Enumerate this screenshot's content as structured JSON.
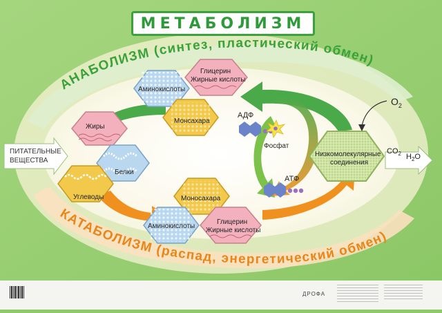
{
  "title": "МЕТАБОЛИЗМ",
  "anabolism_label": "АНАБОЛИЗМ (синтез, пластический обмен)",
  "catabolism_label": "КАТАБОЛИЗМ (распад, энергетический обмен)",
  "nutrients_label_line1": "ПИТАТЕЛЬНЫЕ",
  "nutrients_label_line2": "ВЕЩЕСТВА",
  "left_group": {
    "fats": "Жиры",
    "proteins": "Белки",
    "carbs": "Углеводы"
  },
  "top_group": {
    "amino_acids": "Аминокислоты",
    "glycerol_line1": "Глицерин",
    "glycerol_line2": "Жирные кислоты",
    "monosaccharides": "Монсахара"
  },
  "bottom_group": {
    "monosaccharides": "Моносахара",
    "amino_acids": "Аминокислоты",
    "glycerol_line1": "Глицерин",
    "glycerol_line2": "Жирные кислоты"
  },
  "center": {
    "adp": "АДФ",
    "phosphate": "Фосфат",
    "atp": "АТФ"
  },
  "low_mol_line1": "Низкомолекулярные",
  "low_mol_line2": "соединения",
  "o2": "O",
  "o2_sub": "2",
  "co2": "CO",
  "co2_sub": "2",
  "h2o_h": "H",
  "h2o_sub": "2",
  "h2o_o": "O",
  "publisher": "ДРОФА",
  "colors": {
    "background": "#8fc96a",
    "green_arrow": "#4aaa4a",
    "orange_arrow": "#f0901e",
    "pink_hex": "#f3b1bd",
    "blue_hex": "#b9d7ef",
    "yellow_hex": "#f2c94a",
    "green_hex": "#cfe3a2"
  }
}
